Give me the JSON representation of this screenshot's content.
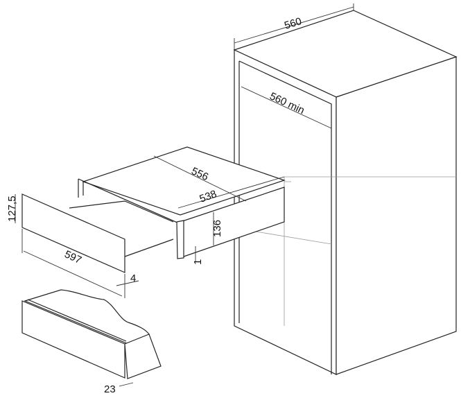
{
  "dimensions": {
    "cabinet_width": "560",
    "niche_min_width": "560 min",
    "drawer_depth": "556",
    "body_width": "538",
    "body_height": "136",
    "gap": "1",
    "front_height": "127,5",
    "front_width": "597",
    "front_thickness": "4",
    "handle_depth": "23"
  }
}
